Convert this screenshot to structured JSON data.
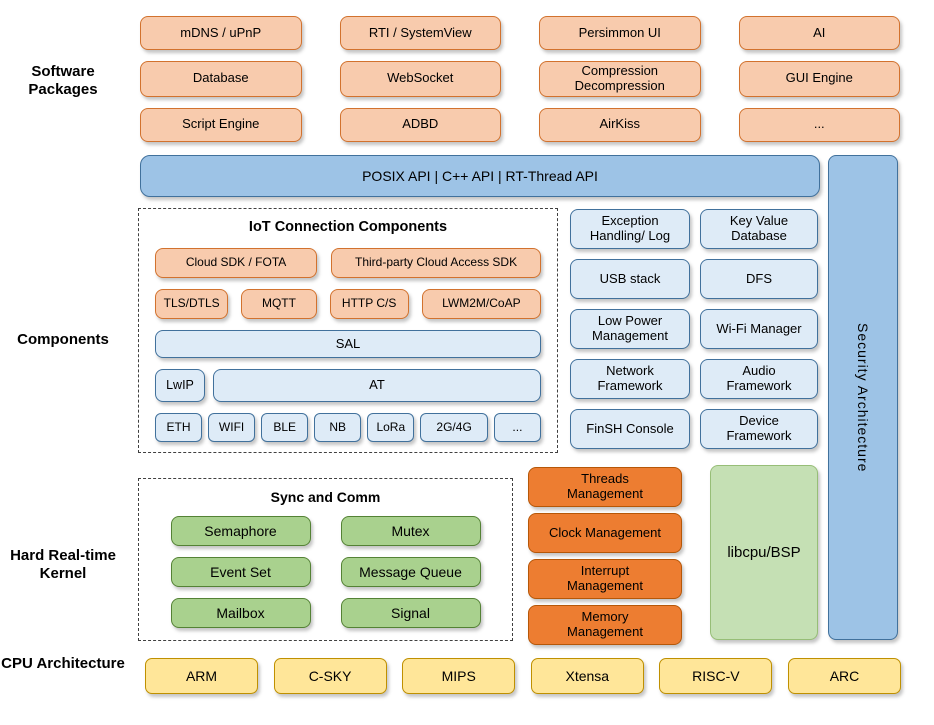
{
  "labels": {
    "software_packages": "Software Packages",
    "components": "Components",
    "kernel": "Hard Real-time Kernel",
    "cpu": "CPU Architecture"
  },
  "software_packages": {
    "items": [
      "mDNS / uPnP",
      "RTI / SystemView",
      "Persimmon UI",
      "AI",
      "Database",
      "WebSocket",
      "Compression Decompression",
      "GUI Engine",
      "Script Engine",
      "ADBD",
      "AirKiss",
      "..."
    ]
  },
  "api_bar": {
    "label": "POSIX API  |  C++ API  |  RT-Thread API"
  },
  "security_bar": {
    "label": "Security Architecture"
  },
  "iot_components": {
    "title": "IoT Connection Components",
    "cloud_row": [
      "Cloud SDK / FOTA",
      "Third-party Cloud Access SDK"
    ],
    "protocol_row": [
      "TLS/DTLS",
      "MQTT",
      "HTTP C/S",
      "LWM2M/CoAP"
    ],
    "sal": "SAL",
    "lwip": "LwIP",
    "at": "AT",
    "link_row": [
      "ETH",
      "WIFI",
      "BLE",
      "NB",
      "LoRa",
      "2G/4G",
      "..."
    ]
  },
  "component_grid": {
    "rows": [
      [
        "Exception Handling/ Log",
        "Key Value Database"
      ],
      [
        "USB stack",
        "DFS"
      ],
      [
        "Low Power Management",
        "Wi-Fi Manager"
      ],
      [
        "Network Framework",
        "Audio Framework"
      ],
      [
        "FinSH Console",
        "Device Framework"
      ]
    ]
  },
  "kernel": {
    "sync_title": "Sync and Comm",
    "sync_items": [
      "Semaphore",
      "Mutex",
      "Event Set",
      "Message Queue",
      "Mailbox",
      "Signal"
    ],
    "management_items": [
      "Threads Management",
      "Clock Management",
      "Interrupt Management",
      "Memory Management"
    ],
    "libcpu": "libcpu/BSP"
  },
  "cpu_architectures": [
    "ARM",
    "C-SKY",
    "MIPS",
    "Xtensa",
    "RISC-V",
    "ARC"
  ],
  "colors": {
    "peach_fill": "#F8CBAD",
    "peach_border": "#D2722E",
    "blue_fill": "#9DC3E6",
    "blue_border": "#41719C",
    "lightblue_fill": "#DEEBF7",
    "lightblue_border": "#41719C",
    "green_fill": "#A9D18E",
    "green_border": "#548235",
    "lightgreen_fill": "#C5E0B4",
    "orange_fill": "#ED7D31",
    "orange_border": "#B65708",
    "yellow_fill": "#FFE699",
    "yellow_border": "#BF9000"
  }
}
